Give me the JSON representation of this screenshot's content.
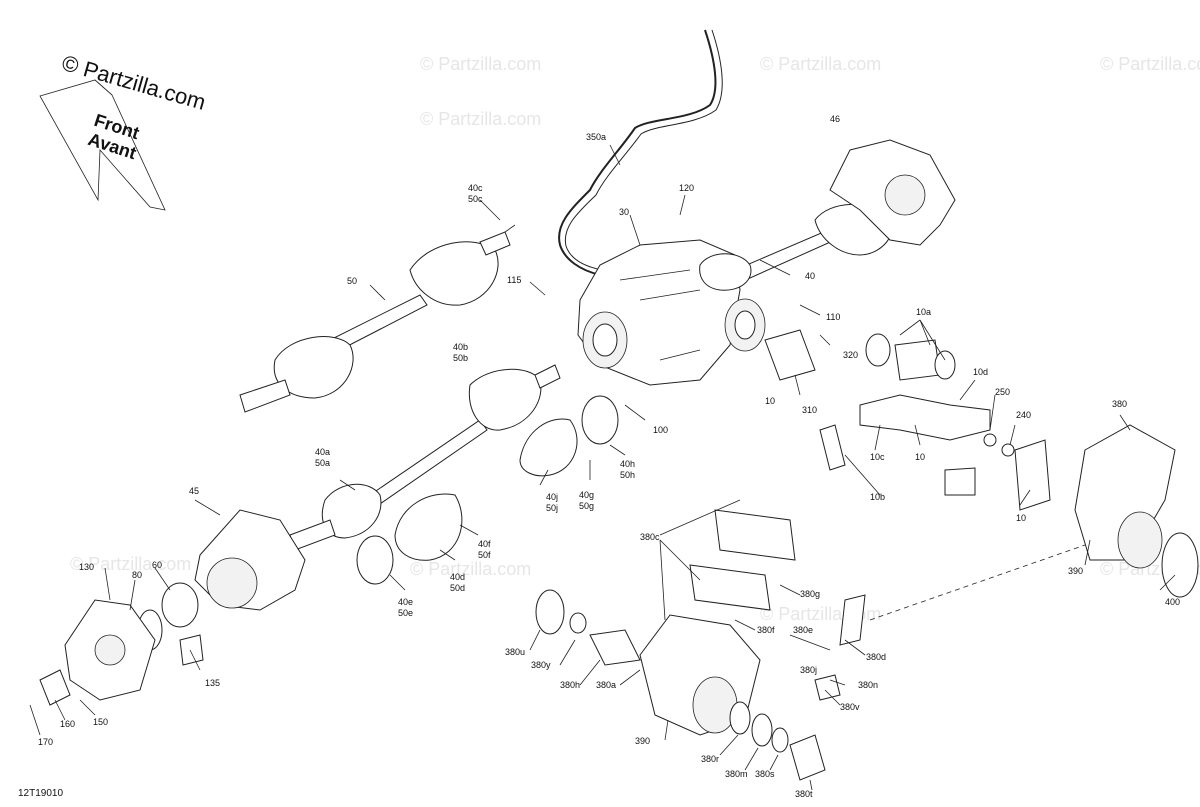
{
  "watermark": "© Partzilla.com",
  "watermark_faint": "© Partzilla.com",
  "front_sign": [
    "Front",
    "Avant"
  ],
  "diagram_code": "12T19010",
  "labels": [
    "350a",
    "46",
    "40c",
    "50c",
    "120",
    "30",
    "50",
    "115",
    "40",
    "110",
    "10a",
    "40b",
    "50b",
    "320",
    "10d",
    "10",
    "310",
    "250",
    "380",
    "100",
    "240",
    "10c",
    "10",
    "40h",
    "50h",
    "40j",
    "50j",
    "40g",
    "50g",
    "10b",
    "10",
    "40a",
    "50a",
    "45",
    "380c",
    "40f",
    "50f",
    "130",
    "80",
    "60",
    "390",
    "380g",
    "40d",
    "50d",
    "400",
    "40e",
    "50e",
    "380f",
    "380e",
    "380d",
    "380u",
    "380j",
    "380y",
    "380n",
    "135",
    "380h",
    "380a",
    "380v",
    "170",
    "160",
    "150",
    "390",
    "380r",
    "380m",
    "380s",
    "380t"
  ]
}
